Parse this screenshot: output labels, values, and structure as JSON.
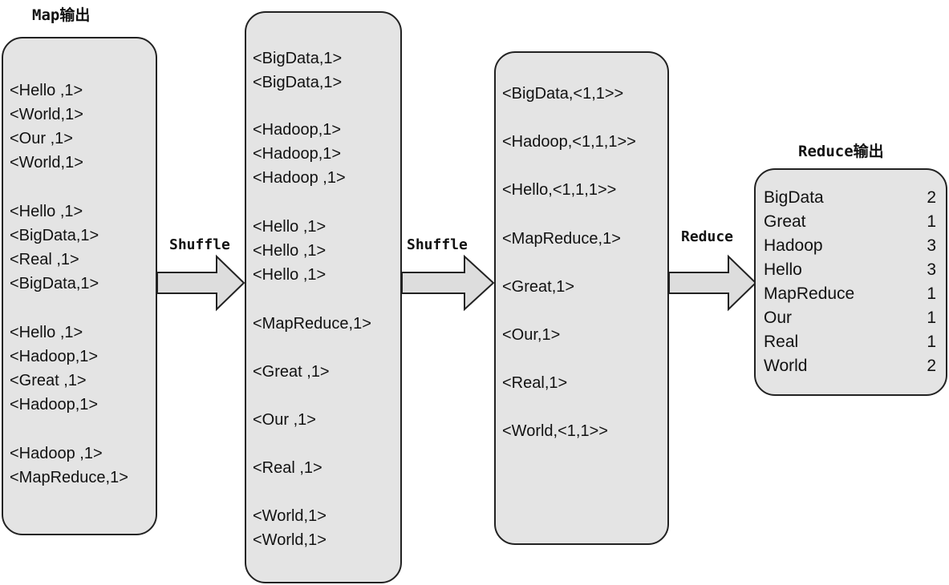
{
  "titles": {
    "map_output": "Map输出",
    "reduce_output": "Reduce输出"
  },
  "arrows": {
    "shuffle1": "Shuffle",
    "shuffle2": "Shuffle",
    "reduce": "Reduce"
  },
  "map_box": [
    "<Hello ,1>",
    "<World,1>",
    "<Our ,1>",
    "<World,1>",
    "<Hello ,1>",
    "<BigData,1>",
    "<Real ,1>",
    "<BigData,1>",
    "<Hello ,1>",
    "<Hadoop,1>",
    "<Great ,1>",
    "<Hadoop,1>",
    "<Hadoop ,1>",
    "<MapReduce,1>"
  ],
  "shuffle_box": [
    "<BigData,1>",
    "<BigData,1>",
    "<Hadoop,1>",
    "<Hadoop,1>",
    "<Hadoop ,1>",
    "<Hello ,1>",
    "<Hello ,1>",
    "<Hello ,1>",
    "<MapReduce,1>",
    "<Great ,1>",
    "<Our ,1>",
    "<Real ,1>",
    "<World,1>",
    "<World,1>"
  ],
  "grouped_box": [
    "<BigData,<1,1>>",
    "<Hadoop,<1,1,1>>",
    "<Hello,<1,1,1>>",
    "<MapReduce,1>",
    "<Great,1>",
    "<Our,1>",
    "<Real,1>",
    "<World,<1,1>>"
  ],
  "reduce_box": [
    {
      "word": "BigData",
      "count": "2"
    },
    {
      "word": "Great",
      "count": "1"
    },
    {
      "word": "Hadoop",
      "count": "3"
    },
    {
      "word": "Hello",
      "count": "3"
    },
    {
      "word": "MapReduce",
      "count": "1"
    },
    {
      "word": "Our",
      "count": "1"
    },
    {
      "word": "Real",
      "count": "1"
    },
    {
      "word": "World",
      "count": "2"
    }
  ]
}
